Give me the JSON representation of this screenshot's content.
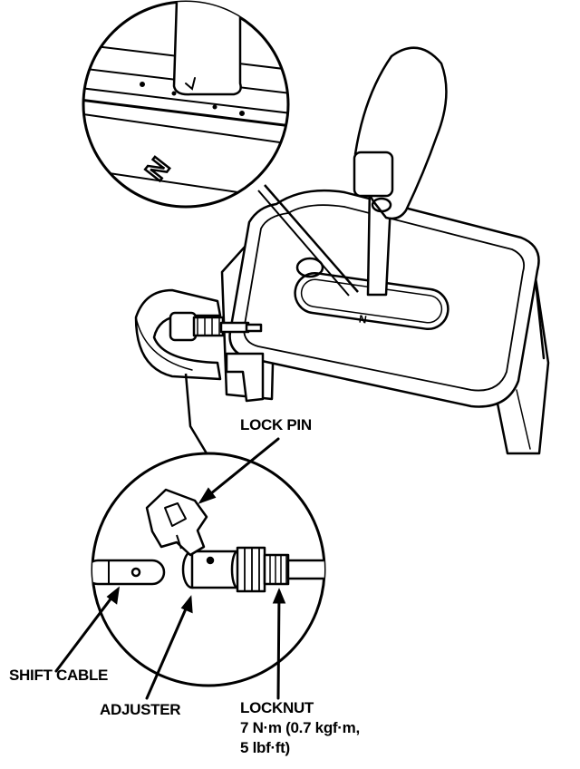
{
  "labels": {
    "lock_pin": "LOCK PIN",
    "shift_cable": "SHIFT CABLE",
    "adjuster": "ADJUSTER",
    "locknut": "LOCKNUT",
    "locknut_torque_line1": "7 N·m (0.7 kgf·m,",
    "locknut_torque_line2": "5 lbf·ft)"
  },
  "gear_indicator": {
    "magnified": "N",
    "base": "N"
  },
  "colors": {
    "ink": "#000000",
    "paper": "#ffffff"
  }
}
